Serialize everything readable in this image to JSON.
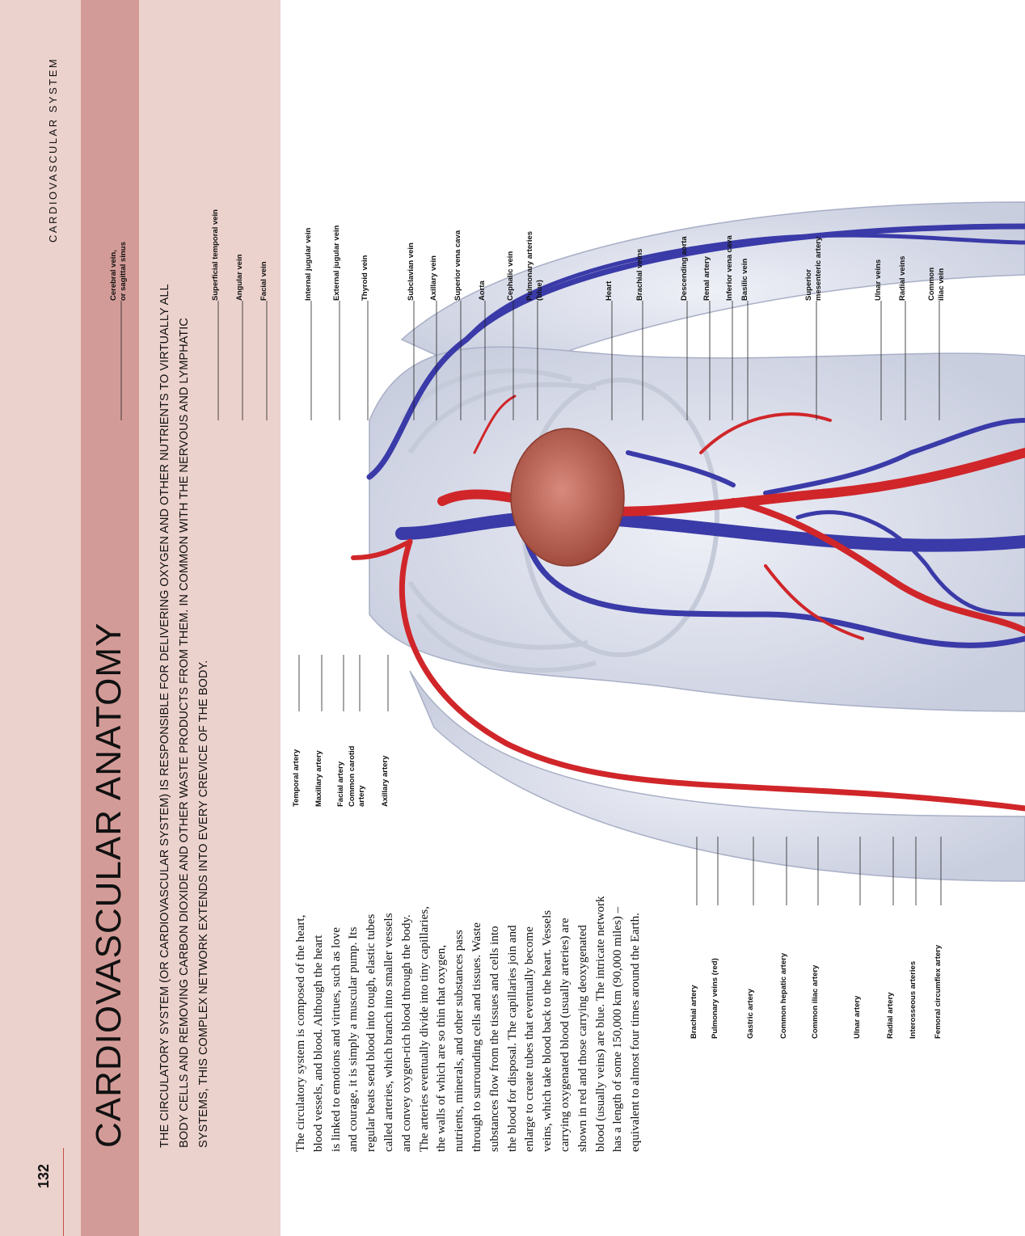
{
  "page_number": "132",
  "section_header": "CARDIOVASCULAR SYSTEM",
  "title": "CARDIOVASCULAR ANATOMY",
  "intro_text": "THE CIRCULATORY SYSTEM (OR CARDIOVASCULAR SYSTEM) IS RESPONSIBLE FOR DELIVERING OXYGEN AND OTHER NUTRIENTS TO VIRTUALLY ALL BODY CELLS AND REMOVING CARBON DIOXIDE AND OTHER WASTE PRODUCTS FROM THEM. IN COMMON WITH THE NERVOUS AND LYMPHATIC SYSTEMS, THIS COMPLEX NETWORK EXTENDS INTO EVERY CREVICE OF THE BODY.",
  "body_lines": [
    "The circulatory system is composed of the heart,",
    "blood vessels, and blood. Although the heart",
    "is linked to emotions and virtues, such as love",
    "and courage, it is simply a muscular pump. Its",
    "regular beats send blood into tough, elastic tubes",
    "called arteries, which branch into smaller vessels",
    "and convey oxygen-rich blood through the body.",
    "The arteries eventually divide into tiny capillaries,",
    "the walls of which are so thin that oxygen,",
    "nutrients, minerals, and other substances pass",
    "through to surrounding cells and tissues. Waste",
    "substances flow from the tissues and cells into",
    "the blood for disposal. The capillaries join and",
    "enlarge to create tubes that eventually become",
    "veins, which take blood back to the heart. Vessels",
    "carrying oxygenated blood (usually arteries) are",
    "shown in red and those carrying deoxygenated",
    "blood (usually veins) are blue. The intricate network",
    "has a length of some 150,000 km (90,000 miles) –",
    "equivalent to almost four times around the Earth."
  ],
  "labels_top": [
    {
      "lines": [
        "Cerebral vein,",
        "or sagittal sinus"
      ]
    },
    {
      "lines": [
        "Superficial temporal vein"
      ]
    },
    {
      "lines": [
        "Angular vein"
      ]
    },
    {
      "lines": [
        "Facial vein"
      ]
    },
    {
      "lines": [
        "Internal jugular vein"
      ]
    },
    {
      "lines": [
        "External jugular vein"
      ]
    },
    {
      "lines": [
        "Thyroid vein"
      ]
    },
    {
      "lines": [
        "Subclavian vein"
      ]
    },
    {
      "lines": [
        "Axillary vein"
      ]
    },
    {
      "lines": [
        "Superior vena cava"
      ]
    },
    {
      "lines": [
        "Aorta"
      ]
    },
    {
      "lines": [
        "Cephalic vein"
      ]
    },
    {
      "lines": [
        "Pulmonary arteries",
        "(blue)"
      ]
    },
    {
      "lines": [
        "Heart"
      ]
    },
    {
      "lines": [
        "Brachial veins"
      ]
    },
    {
      "lines": [
        "Descending aorta"
      ]
    },
    {
      "lines": [
        "Renal artery"
      ]
    },
    {
      "lines": [
        "Inferior vena cava"
      ]
    },
    {
      "lines": [
        "Basilic vein"
      ]
    },
    {
      "lines": [
        "Superior",
        "mesenteric artery"
      ]
    },
    {
      "lines": [
        "Ulnar veins"
      ]
    },
    {
      "lines": [
        "Radial veins"
      ]
    },
    {
      "lines": [
        "Common",
        "iliac vein"
      ]
    }
  ],
  "labels_mid": [
    {
      "lines": [
        "Temporal artery"
      ]
    },
    {
      "lines": [
        "Maxillary artery"
      ]
    },
    {
      "lines": [
        "Facial artery"
      ]
    },
    {
      "lines": [
        "Common carotid",
        "artery"
      ]
    },
    {
      "lines": [
        "Axillary artery"
      ]
    }
  ],
  "labels_bottom": [
    {
      "lines": [
        "Brachial artery"
      ]
    },
    {
      "lines": [
        "Pulmonary veins (red)"
      ]
    },
    {
      "lines": [
        "Gastric artery"
      ]
    },
    {
      "lines": [
        "Common hepatic artery"
      ]
    },
    {
      "lines": [
        "Common iliac artery"
      ]
    },
    {
      "lines": [
        "Ulnar artery"
      ]
    },
    {
      "lines": [
        "Radial artery"
      ]
    },
    {
      "lines": [
        "Interosseous arteries"
      ]
    },
    {
      "lines": [
        "Femoral circumflex artery"
      ]
    }
  ],
  "colors": {
    "band_light": "#ecd2cd",
    "band_dark": "#d39b97",
    "artery": "#d0262a",
    "vein": "#3a3aa8",
    "body": "#dfe2ee",
    "heart": "#c46a5e"
  }
}
